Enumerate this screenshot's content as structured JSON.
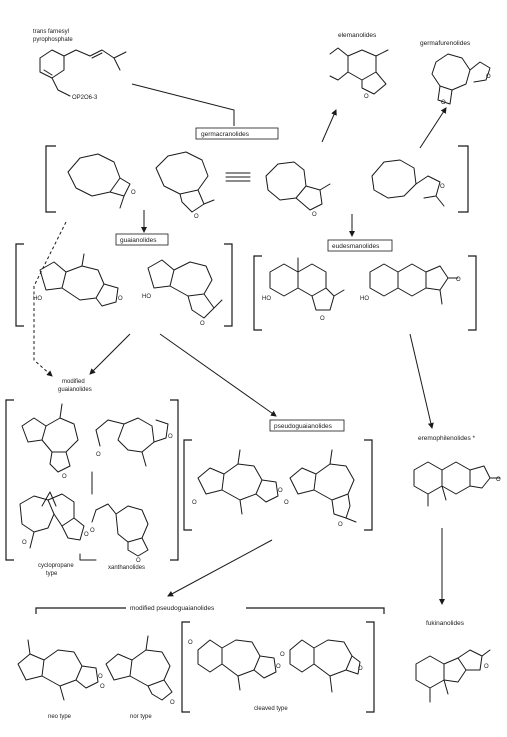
{
  "labels": {
    "precursor_line1": "trans farnesyl",
    "precursor_line2": "pyrophosphate",
    "pyrophosphate_group": "OP2O6-3",
    "elemanolides": "elemanolides",
    "germafurenolides": "germafurenolides",
    "germacranolides": "germacranolides",
    "guaianolides": "guaianolides",
    "eudesmanolides": "eudesmanolides",
    "modified_guaianolides_line1": "modified",
    "modified_guaianolides_line2": "guaianolides",
    "pseudoguaianolides": "pseudoguaianolides",
    "eremophilenolides": "eremophilenolides *",
    "cyclopropane_line1": "cyclopropane",
    "cyclopropane_line2": "type",
    "xanthanolides": "xanthanolides",
    "modified_pseudoguaianolides": "modified pseudoguaianolides",
    "fukinanolides": "fukinanolides",
    "neo_type": "neo type",
    "nor_type": "nor type",
    "cleaved_type": "cleaved type"
  },
  "atoms": {
    "O": "O",
    "HO": "HO",
    "dot": "·"
  }
}
